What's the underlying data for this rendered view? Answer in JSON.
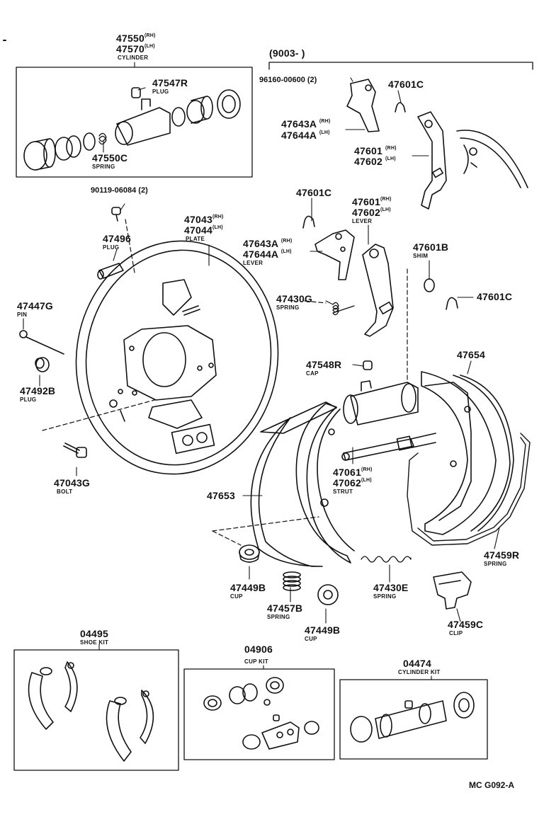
{
  "header": {
    "bracket_label": "(9003-        )"
  },
  "parts": {
    "p47550": {
      "no": "47550",
      "side": "(RH)"
    },
    "p47570": {
      "no": "47570",
      "side": "(LH)"
    },
    "cylinder_name": "CYLINDER",
    "p47547R": {
      "no": "47547R",
      "name": "PLUG"
    },
    "p47550C": {
      "no": "47550C",
      "name": "SPRING"
    },
    "p96160": {
      "no": "96160-00600 (2)"
    },
    "p47601C_a": {
      "no": "47601C"
    },
    "p47643A_a": {
      "no": "47643A",
      "side": "(RH)"
    },
    "p47644A_a": {
      "no": "47644A",
      "side": "(LH)"
    },
    "p47601_a": {
      "no": "47601",
      "side": "(RH)"
    },
    "p47602_a": {
      "no": "47602",
      "side": "(LH)"
    },
    "p90119": {
      "no": "90119-06084 (2)"
    },
    "p47043": {
      "no": "47043",
      "side": "(RH)"
    },
    "p47044": {
      "no": "47044",
      "side": "(LH)",
      "name": "PLATE"
    },
    "p47496": {
      "no": "47496",
      "name": "PLUG"
    },
    "p47601C_b": {
      "no": "47601C"
    },
    "p47601_b": {
      "no": "47601",
      "side": "(RH)"
    },
    "p47602_b": {
      "no": "47602",
      "side": "(LH)",
      "name": "LEVER"
    },
    "p47643A_b": {
      "no": "47643A",
      "side": "(RH)"
    },
    "p47644A_b": {
      "no": "47644A",
      "side": "(LH)",
      "name": "LEVER"
    },
    "p47601B": {
      "no": "47601B",
      "name": "SHIM"
    },
    "p47601C_c": {
      "no": "47601C"
    },
    "p47447G": {
      "no": "47447G",
      "name": "PIN"
    },
    "p47430G": {
      "no": "47430G",
      "name": "SPRING"
    },
    "p47492B": {
      "no": "47492B",
      "name": "PLUG"
    },
    "p47548R": {
      "no": "47548R",
      "name": "CAP"
    },
    "p47654": {
      "no": "47654"
    },
    "p47043G": {
      "no": "47043G",
      "name": "BOLT"
    },
    "p47061": {
      "no": "47061",
      "side": "(RH)"
    },
    "p47062": {
      "no": "47062",
      "side": "(LH)",
      "name": "STRUT"
    },
    "p47653": {
      "no": "47653"
    },
    "p47459R": {
      "no": "47459R",
      "name": "SPRING"
    },
    "p47449B_a": {
      "no": "47449B",
      "name": "CUP"
    },
    "p47457B": {
      "no": "47457B",
      "name": "SPRING"
    },
    "p47449B_b": {
      "no": "47449B",
      "name": "CUP"
    },
    "p47430E": {
      "no": "47430E",
      "name": "SPRING"
    },
    "p47459C": {
      "no": "47459C",
      "name": "CLIP"
    }
  },
  "kits": {
    "shoe": {
      "no": "04495",
      "name": "SHOE KIT"
    },
    "cup": {
      "no": "04906",
      "name": "CUP KIT"
    },
    "cylinder": {
      "no": "04474",
      "name": "CYLINDER KIT"
    }
  },
  "footer": {
    "code": "MC  G092-A"
  }
}
